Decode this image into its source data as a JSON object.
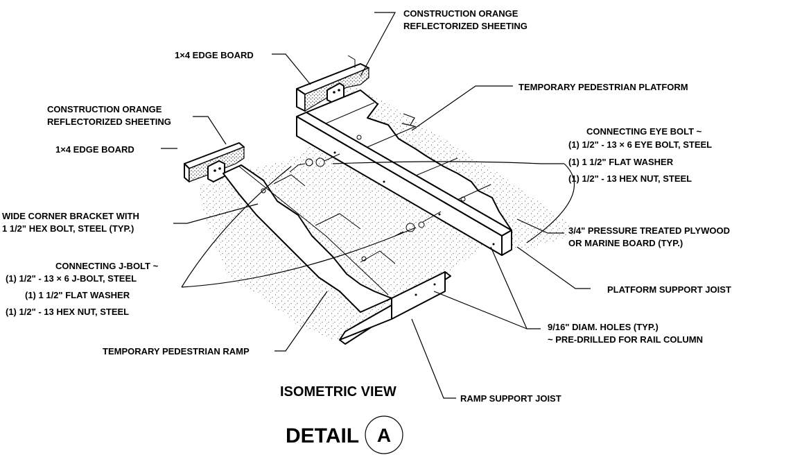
{
  "labels": {
    "sheeting_top_1": "CONSTRUCTION ORANGE",
    "sheeting_top_2": "REFLECTORIZED SHEETING",
    "edge_board_top": "1×4  EDGE BOARD",
    "platform": "TEMPORARY PEDESTRIAN PLATFORM",
    "sheeting_left_1": "CONSTRUCTION ORANGE",
    "sheeting_left_2": "REFLECTORIZED SHEETING",
    "eye_bolt_1": "CONNECTING EYE BOLT ~",
    "eye_bolt_2": "(1)  1/2\" - 13 × 6  EYE BOLT, STEEL",
    "eye_bolt_3": "(1)  1 1/2\" FLAT WASHER",
    "eye_bolt_4": "(1)  1/2\" - 13  HEX NUT, STEEL",
    "edge_board_left": "1×4  EDGE BOARD",
    "bracket_1": "WIDE CORNER BRACKET WITH",
    "bracket_2": "1 1/2\"  HEX BOLT, STEEL (TYP.)",
    "plywood_1": "3/4\" PRESSURE TREATED PLYWOOD",
    "plywood_2": "OR MARINE BOARD (TYP.)",
    "jbolt_1": "CONNECTING J-BOLT ~",
    "jbolt_2": "(1)  1/2\" - 13 × 6  J-BOLT, STEEL",
    "jbolt_3": "(1)  1 1/2\" FLAT WASHER",
    "jbolt_4": "(1)  1/2\" - 13  HEX NUT, STEEL",
    "platform_joist": "PLATFORM SUPPORT JOIST",
    "holes_1": "9/16\" DIAM. HOLES (TYP.)",
    "holes_2": "~ PRE-DRILLED FOR RAIL COLUMN",
    "ramp": "TEMPORARY PEDESTRIAN RAMP",
    "view_title": "ISOMETRIC VIEW",
    "ramp_joist": "RAMP SUPPORT JOIST",
    "detail_word": "DETAIL",
    "detail_letter": "A"
  }
}
